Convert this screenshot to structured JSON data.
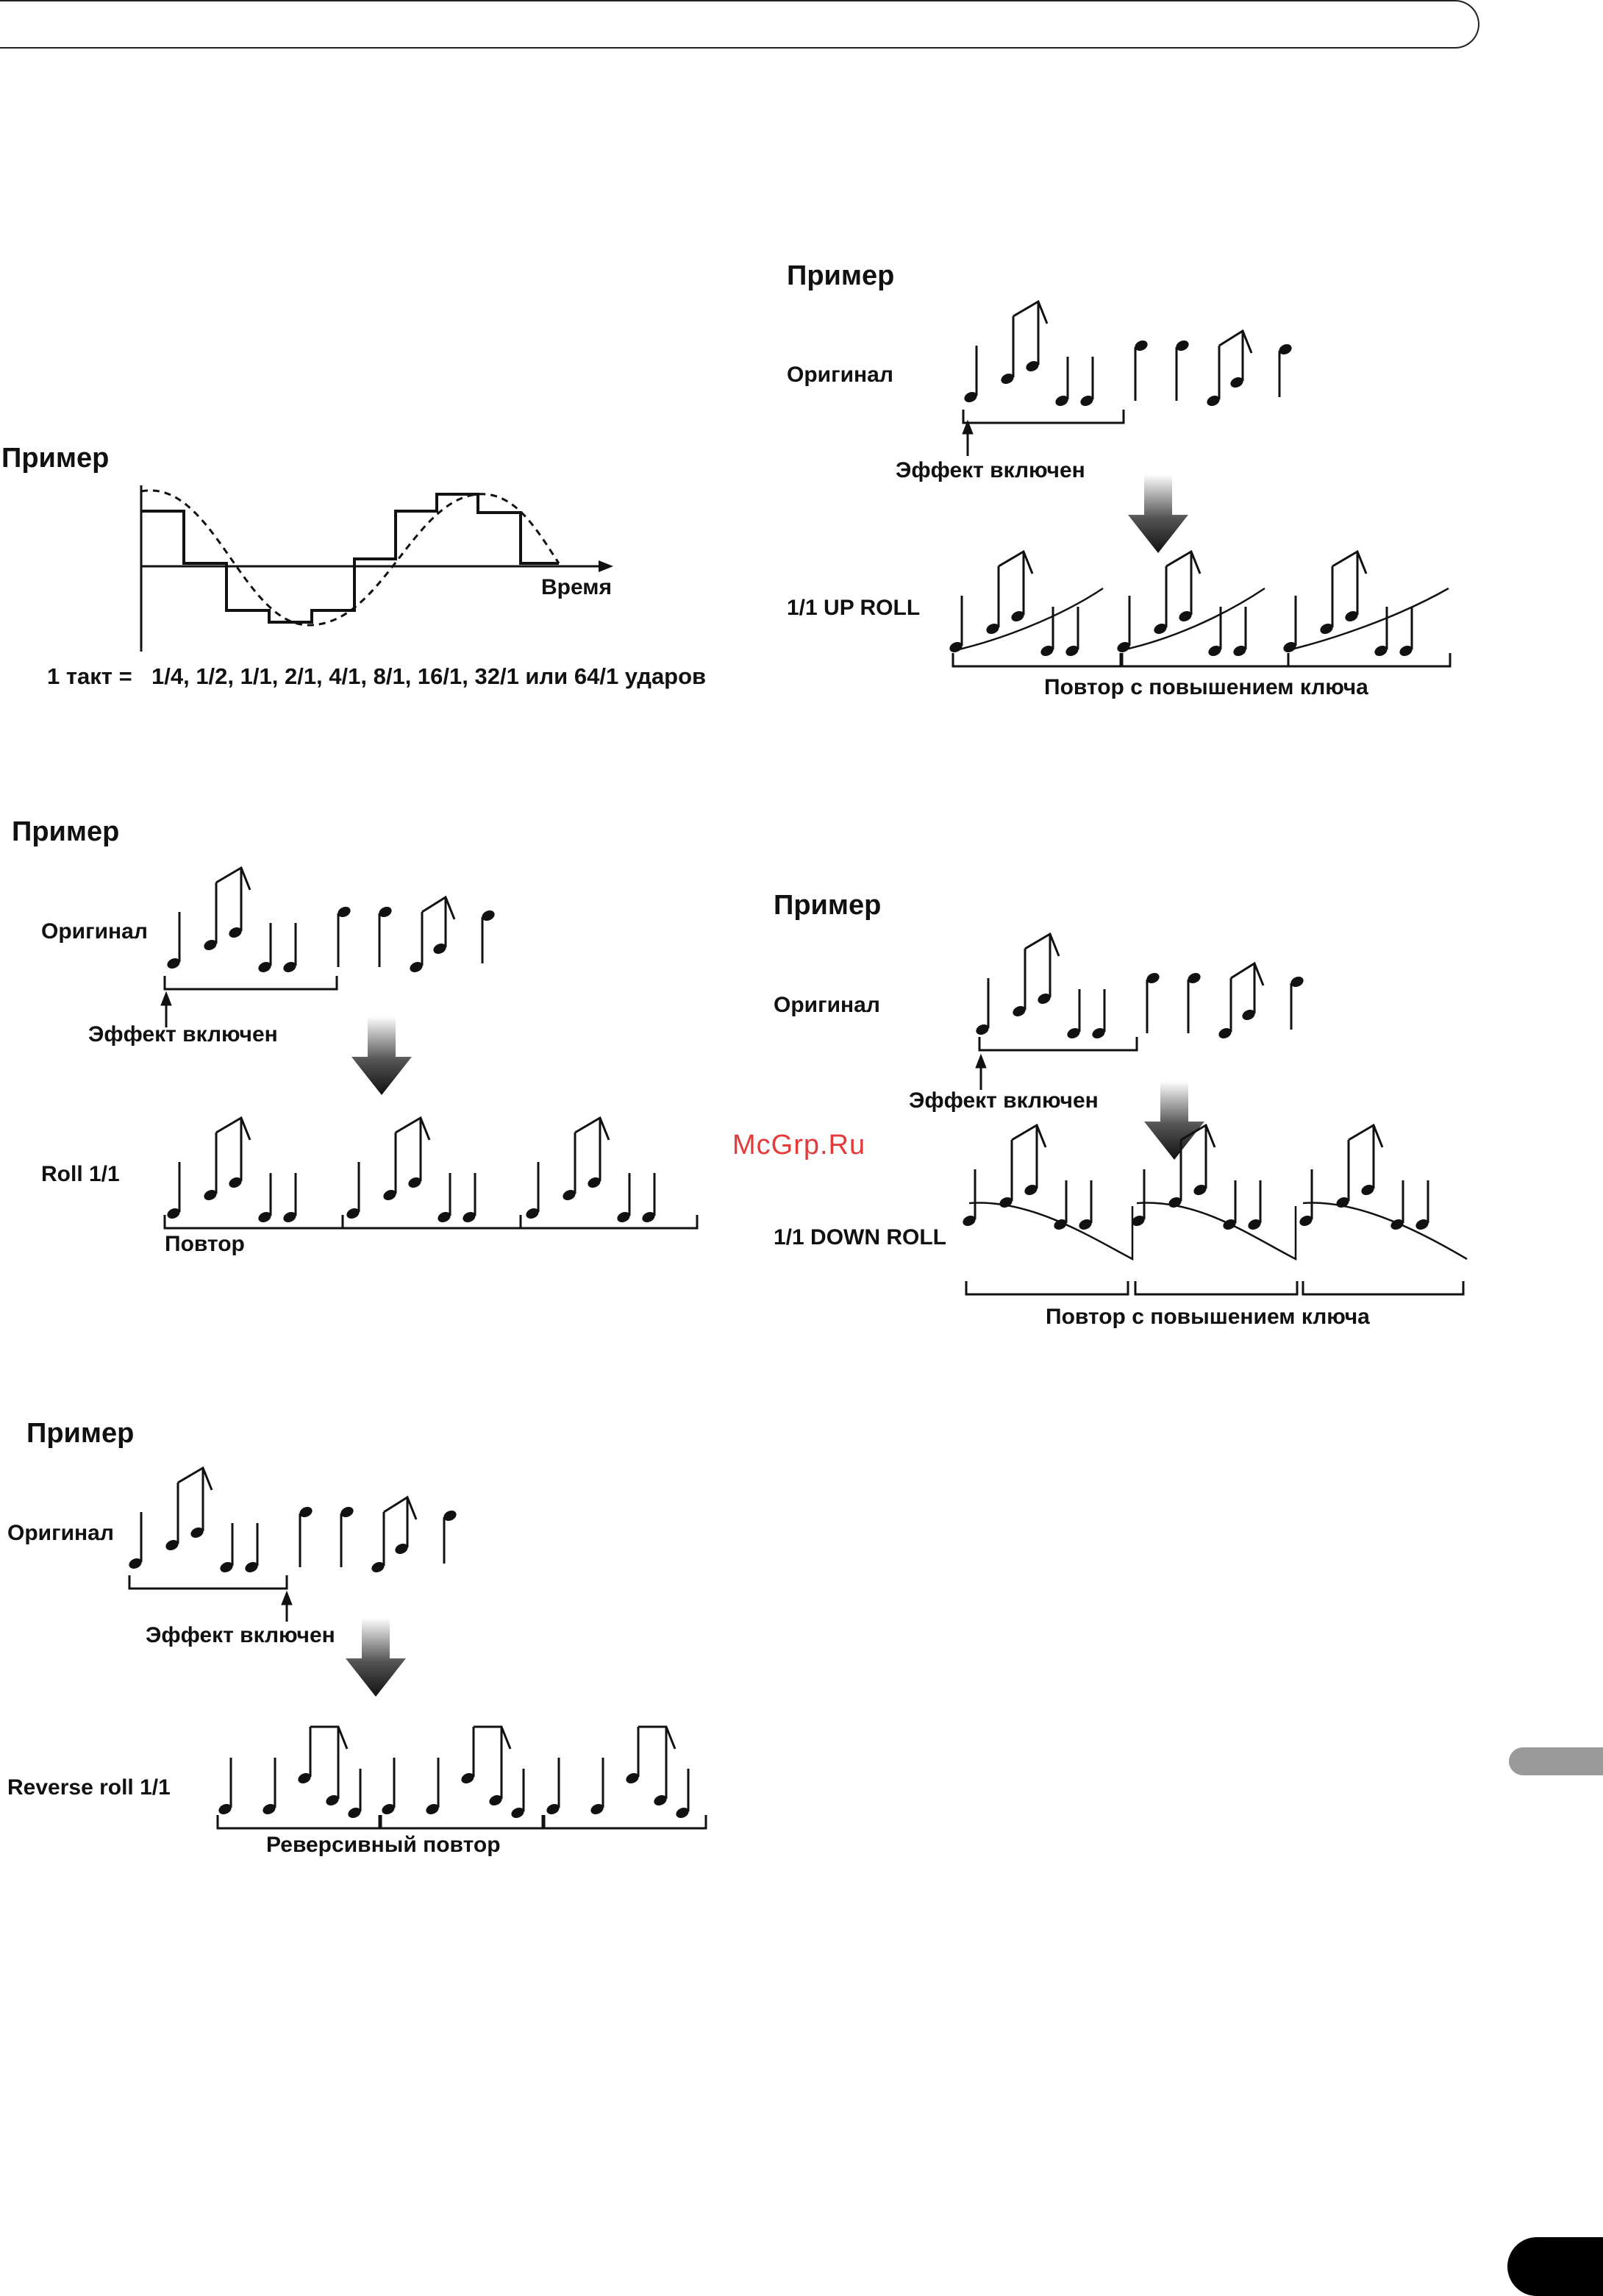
{
  "header": {
    "frame": ""
  },
  "watermark": "McGrp.Ru",
  "sections": {
    "step": {
      "title": "Пример",
      "time_label": "Время",
      "beats_label": "1 такт =",
      "beats_values": "1/4, 1/2, 1/1, 2/1, 4/1, 8/1, 16/1, 32/1 или 64/1 ударов"
    },
    "up_roll": {
      "title": "Пример",
      "original_label": "Оригинал",
      "effect_on_label": "Эффект включен",
      "roll_label": "1/1 UP ROLL",
      "caption": "Повтор с повышением ключа"
    },
    "roll": {
      "title": "Пример",
      "original_label": "Оригинал",
      "effect_on_label": "Эффект включен",
      "roll_label": "Roll 1/1",
      "caption": "Повтор"
    },
    "down_roll": {
      "title": "Пример",
      "original_label": "Оригинал",
      "effect_on_label": "Эффект включен",
      "roll_label": "1/1 DOWN ROLL",
      "caption": "Повтор с повышением ключа"
    },
    "reverse_roll": {
      "title": "Пример",
      "original_label": "Оригинал",
      "effect_on_label": "Эффект включен",
      "roll_label": "Reverse roll 1/1",
      "caption": "Реверсивный повтор"
    }
  },
  "colors": {
    "ink": "#111111",
    "side_tab": "#9a9a9a",
    "watermark": "#e43a3a"
  }
}
